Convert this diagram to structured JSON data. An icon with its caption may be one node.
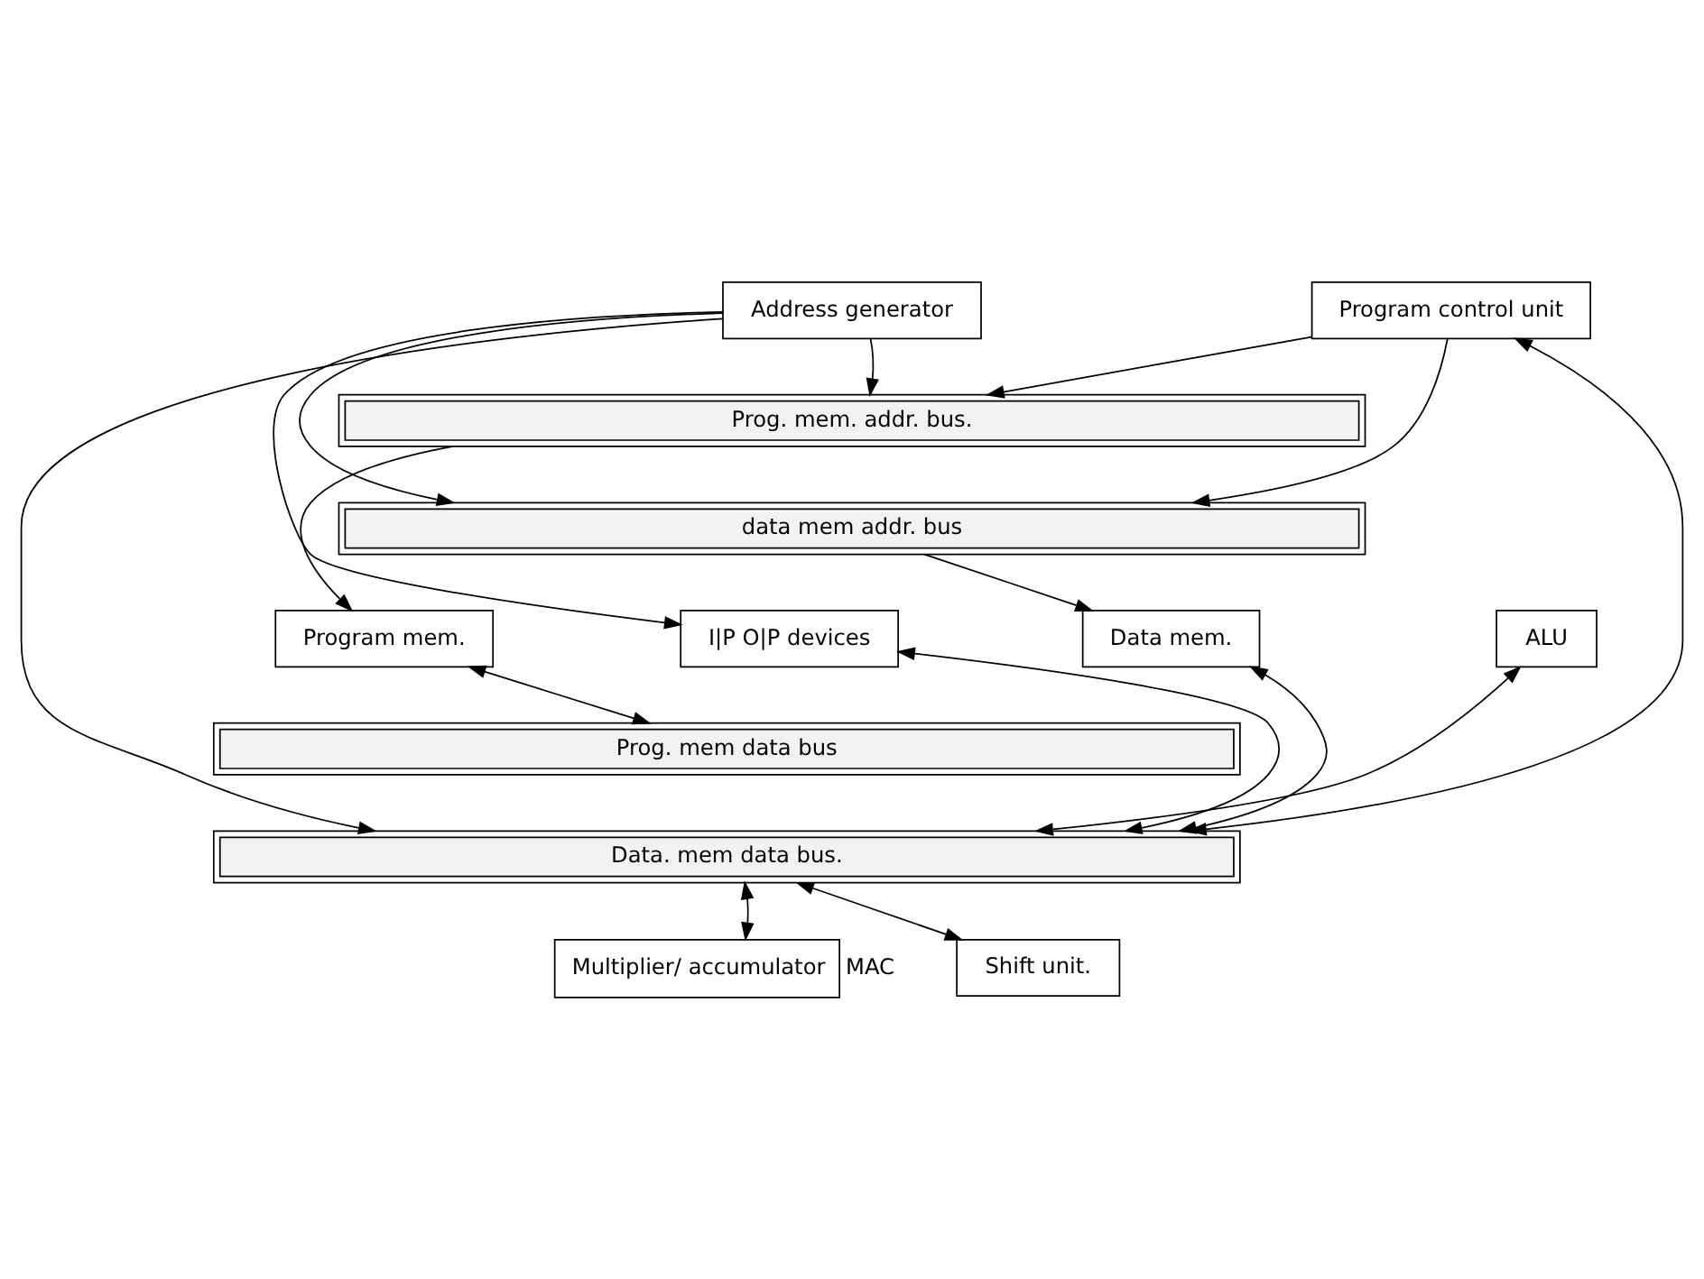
{
  "diagram": {
    "nodes": [
      {
        "text": [
          "Address generator"
        ]
      },
      {
        "text": [
          "Program control unit"
        ]
      },
      {
        "text": [
          "Prog. mem. addr. bus."
        ]
      },
      {
        "text": [
          "data mem addr. bus"
        ]
      },
      {
        "text": [
          "I|P O|P devices"
        ]
      },
      {
        "text": [
          "ALU"
        ]
      },
      {
        "text": [
          "Program mem."
        ]
      },
      {
        "text": [
          "Data mem."
        ]
      },
      {
        "text": [
          "Prog. mem data bus"
        ]
      },
      {
        "text": [
          "Data. mem data bus."
        ]
      },
      {
        "text": [
          "Multiplier/ accumulator"
        ],
        "beside": [
          "MAC"
        ]
      },
      {
        "text": [
          "Shift unit."
        ]
      }
    ],
    "edges": [
      {
        "from": 0,
        "to": 4,
        "arrow": "to"
      },
      {
        "from": 0,
        "to": 3,
        "arrow": "to"
      },
      {
        "from": 0,
        "to": 2,
        "arrow": "to"
      },
      {
        "from": 0,
        "to": 9,
        "arrow": "to"
      },
      {
        "from": 1,
        "to": 3,
        "arrow": "to"
      },
      {
        "from": 1,
        "to": 2,
        "arrow": "to"
      },
      {
        "from": 1,
        "to": 9,
        "arrow": "both"
      },
      {
        "from": 2,
        "to": 6,
        "arrow": "to"
      },
      {
        "from": 3,
        "to": 7,
        "arrow": "to"
      },
      {
        "from": 6,
        "to": 8,
        "arrow": "both"
      },
      {
        "from": 7,
        "to": 9,
        "arrow": "both"
      },
      {
        "from": 4,
        "to": 9,
        "arrow": "both"
      },
      {
        "from": 5,
        "to": 9,
        "arrow": "both"
      },
      {
        "from": 9,
        "to": 10,
        "arrow": "both"
      },
      {
        "from": 9,
        "to": 11,
        "arrow": "both"
      }
    ]
  }
}
